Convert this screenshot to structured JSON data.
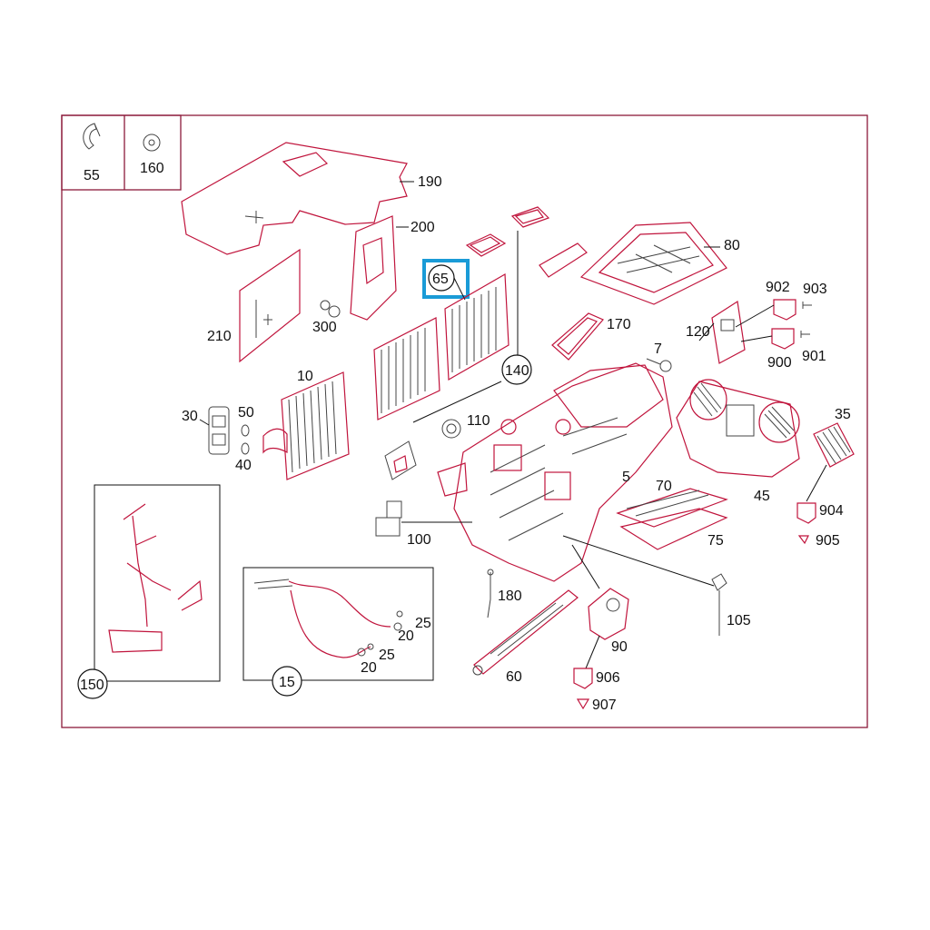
{
  "diagram": {
    "inset_labels": [
      "55",
      "160"
    ],
    "labels": {
      "p190": "190",
      "p200": "200",
      "p80": "80",
      "p210": "210",
      "p300": "300",
      "p65": "65",
      "p170": "170",
      "p120": "120",
      "p902": "902",
      "p903": "903",
      "p900": "900",
      "p901": "901",
      "p7": "7",
      "p140": "140",
      "p10": "10",
      "p30": "30",
      "p50": "50",
      "p40": "40",
      "p110": "110",
      "p5": "5",
      "p35": "35",
      "p70": "70",
      "p45": "45",
      "p904": "904",
      "p905": "905",
      "p75": "75",
      "p100": "100",
      "p180": "180",
      "p105": "105",
      "p90": "90",
      "p60": "60",
      "p906": "906",
      "p907": "907",
      "p150": "150",
      "p25a": "25",
      "p20a": "20",
      "p25b": "25",
      "p20b": "20",
      "p15": "15"
    },
    "highlighted_part": "65",
    "colors": {
      "line": "#c0143c",
      "frame": "#8c1a3a",
      "highlight": "#1a9bd7",
      "text": "#111111"
    }
  }
}
